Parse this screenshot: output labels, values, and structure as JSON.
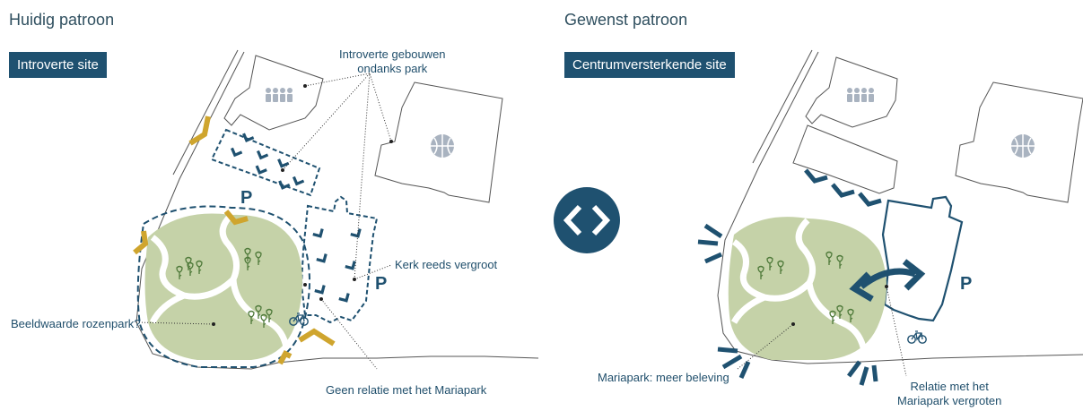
{
  "left": {
    "title": "Huidig patroon",
    "tag": "Introverte site",
    "labels": {
      "introvert_line1": "Introverte gebouwen",
      "introvert_line2": "ondanks park",
      "kerk": "Kerk reeds vergroot",
      "rozenpark": "Beeldwaarde rozenpark?",
      "geen_relatie": "Geen relatie met het Mariapark",
      "parking": "P"
    }
  },
  "right": {
    "title": "Gewenst patroon",
    "tag": "Centrumversterkende site",
    "labels": {
      "mariapark": "Mariapark: meer beleving",
      "relatie_line1": "Relatie met het",
      "relatie_line2": "Mariapark vergroten",
      "parking": "P"
    }
  },
  "colors": {
    "navy": "#1f5170",
    "park": "#c5d2a8",
    "mustard": "#cfa52e",
    "outline": "#555555",
    "icon": "#a9b3c0"
  },
  "icons": [
    "people-icon",
    "basketball-icon",
    "bicycle-icon",
    "rose-icon",
    "swap-arrows-icon",
    "parking-icon"
  ]
}
